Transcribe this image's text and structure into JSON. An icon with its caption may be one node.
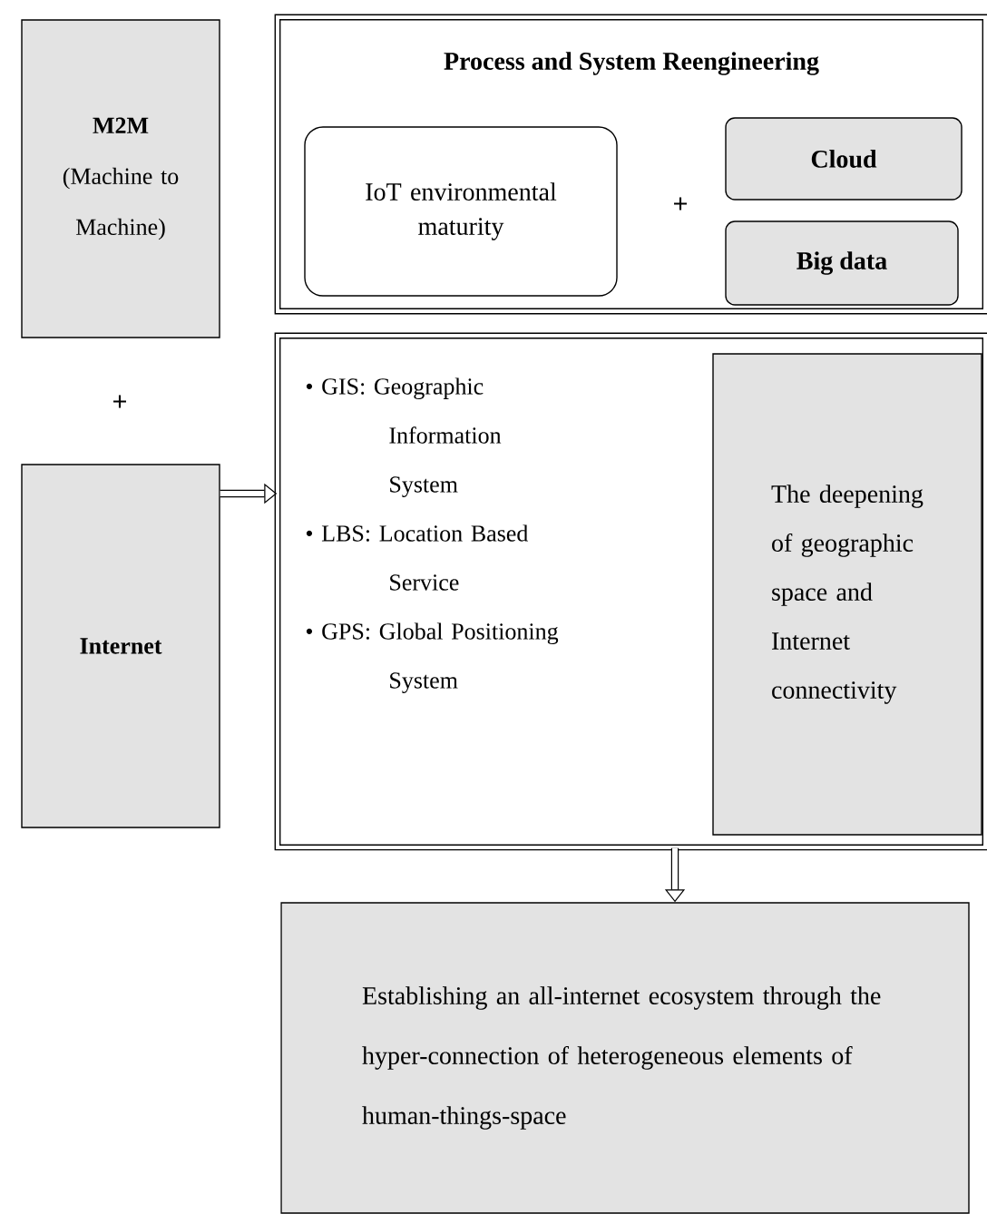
{
  "diagram": {
    "nodes": [
      {
        "text": [
          "M2M",
          "(Machine to Machine)"
        ]
      },
      {
        "text": [
          "Process and System Reengineering"
        ]
      },
      {
        "text": [
          "IoT environmental maturity"
        ],
        "in": 1
      },
      {
        "text": [
          "Cloud"
        ],
        "in": 1
      },
      {
        "text": [
          "Big data"
        ],
        "in": 1
      },
      {
        "text": [
          "Internet"
        ]
      },
      {
        "text": [
          "• GIS: Geographic Information System",
          "• LBS: Location Based Service",
          "• GPS: Global Positioning System"
        ]
      },
      {
        "text": [
          "The deepening of geographic space and Internet connectivity"
        ],
        "in": 6
      },
      {
        "text": [
          "Establishing an all-internet ecosystem through the hyper-connection of heterogeneous elements of human-things-space"
        ]
      }
    ],
    "edges": [
      {
        "from": 5,
        "to": 6,
        "arrow": "to"
      },
      {
        "from": 6,
        "to": 8,
        "arrow": "to"
      }
    ],
    "labels": [
      "+",
      "+"
    ]
  }
}
